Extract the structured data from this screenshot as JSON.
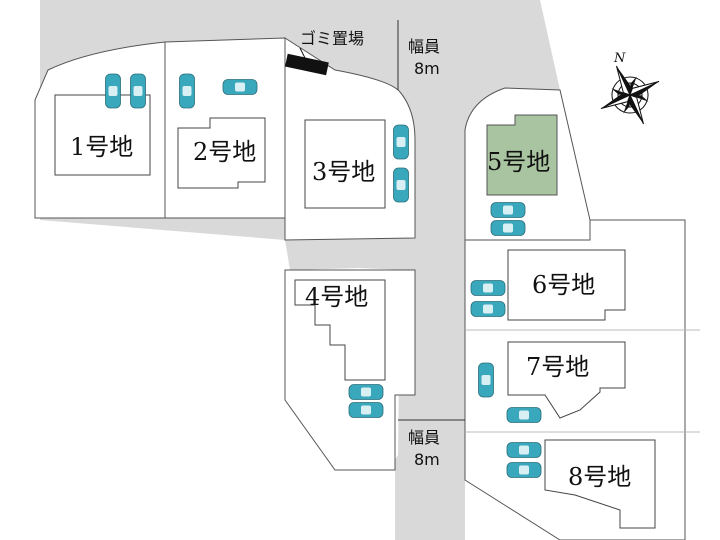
{
  "site_plan": {
    "lots": [
      {
        "id": "lot-1",
        "label": "1号地",
        "highlighted": false
      },
      {
        "id": "lot-2",
        "label": "2号地",
        "highlighted": false
      },
      {
        "id": "lot-3",
        "label": "3号地",
        "highlighted": false
      },
      {
        "id": "lot-4",
        "label": "4号地",
        "highlighted": false
      },
      {
        "id": "lot-5",
        "label": "5号地",
        "highlighted": true
      },
      {
        "id": "lot-6",
        "label": "6号地",
        "highlighted": false
      },
      {
        "id": "lot-7",
        "label": "7号地",
        "highlighted": false
      },
      {
        "id": "lot-8",
        "label": "8号地",
        "highlighted": false
      }
    ],
    "road_width_label": "幅員",
    "road_width_value": "8m",
    "garbage_label": "ゴミ置場",
    "compass_label": "N",
    "colors": {
      "road": "#d9d9d9",
      "highlight": "#a9c4a0",
      "car": "#3aa8bc",
      "garbage_area": "#111111"
    }
  }
}
